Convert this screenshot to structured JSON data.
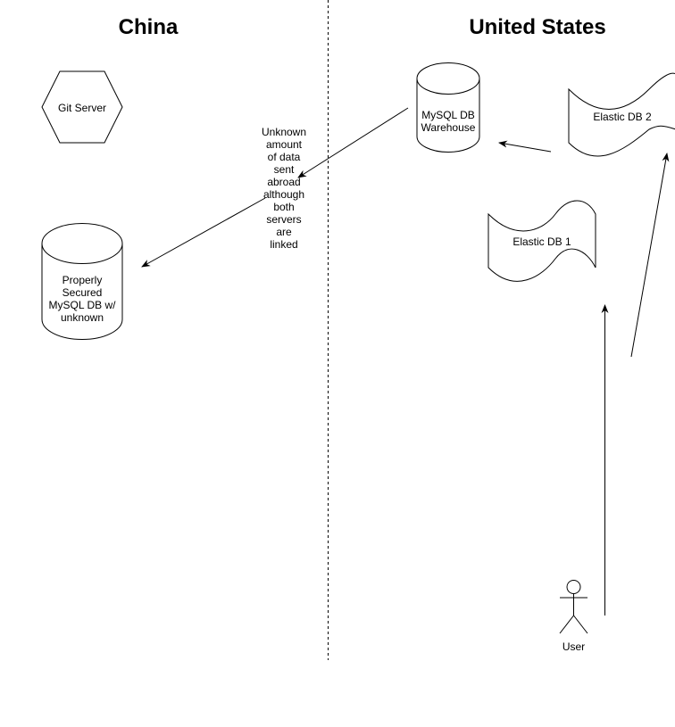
{
  "regions": {
    "left": {
      "title": "China"
    },
    "right": {
      "title": "United States"
    }
  },
  "nodes": {
    "git_server": {
      "label": "Git Server",
      "shape": "hexagon"
    },
    "secured_mysql": {
      "label_lines": [
        "Properly",
        "Secured",
        "MySQL DB w/",
        "unknown"
      ],
      "shape": "cylinder"
    },
    "mysql_warehouse": {
      "label_lines": [
        "MySQL DB",
        "Warehouse"
      ],
      "shape": "cylinder"
    },
    "elastic_db_2": {
      "label": "Elastic DB 2",
      "shape": "tape"
    },
    "elastic_db_1": {
      "label": "Elastic DB 1",
      "shape": "tape"
    },
    "user": {
      "label": "User",
      "shape": "actor"
    }
  },
  "annotation": {
    "lines": [
      "Unknown",
      "amount",
      "of data",
      "sent",
      "abroad",
      "although",
      "both",
      "servers",
      "are",
      "linked"
    ]
  },
  "edges": [
    {
      "from": "mysql_warehouse",
      "to": "secured_mysql",
      "label": "annotation"
    },
    {
      "from": "elastic_db_2",
      "to": "mysql_warehouse"
    },
    {
      "from": "user",
      "to": "elastic_db_1"
    },
    {
      "from": "unknown",
      "to": "elastic_db_2"
    }
  ],
  "colors": {
    "stroke": "#000000",
    "background": "#ffffff"
  }
}
